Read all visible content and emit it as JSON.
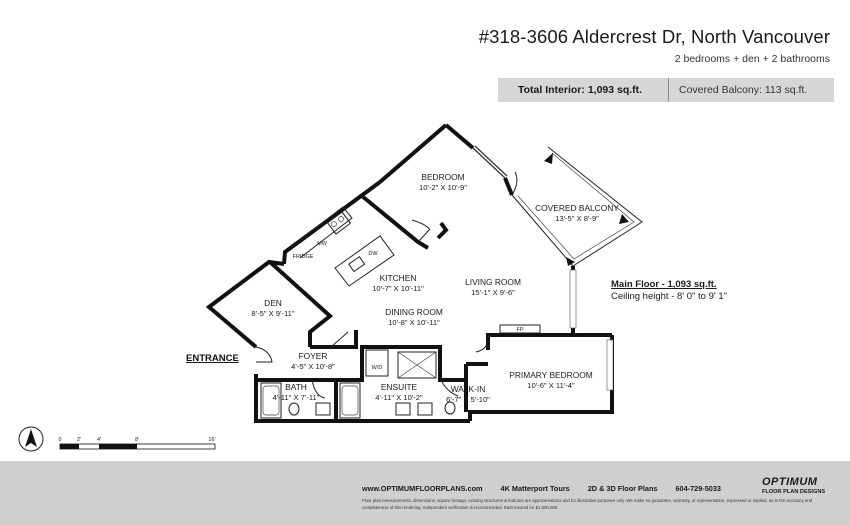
{
  "header": {
    "title": "#318-3606 Aldercrest Dr, North Vancouver",
    "subtitle": "2 bedrooms + den + 2 bathrooms",
    "total_interior_label": "Total Interior:",
    "total_interior_value": "1,093 sq.ft.",
    "covered_balcony_label": "Covered Balcony:",
    "covered_balcony_value": "113 sq.ft."
  },
  "floor_info": {
    "main_floor": "Main Floor - 1,093 sq.ft.",
    "ceiling": "Ceiling height - 8' 0\" to 9' 1\""
  },
  "rooms": {
    "bedroom": {
      "name": "BEDROOM",
      "dims": "10'-2\" X 10'-9\""
    },
    "balcony": {
      "name": "COVERED BALCONY",
      "dims": "13'-5\" X 8'-9\""
    },
    "kitchen": {
      "name": "KITCHEN",
      "dims": "10'-7\" X 10'-11\""
    },
    "living": {
      "name": "LIVING ROOM",
      "dims": "15'-1\" X 9'-6\""
    },
    "den": {
      "name": "DEN",
      "dims": "8'-5\" X 9'-11\""
    },
    "dining": {
      "name": "DINING ROOM",
      "dims": "10'-8\" X 10'-11\""
    },
    "foyer": {
      "name": "FOYER",
      "dims": "4'-5\" X 10'-8\""
    },
    "bath": {
      "name": "BATH",
      "dims": "4'-11\" X 7'-11\""
    },
    "ensuite": {
      "name": "ENSUITE",
      "dims": "4'-11\" X 10'-2\""
    },
    "walkin": {
      "name": "WALK-IN",
      "dims": "6'-7\" X 5'-10\""
    },
    "primary": {
      "name": "PRIMARY BEDROOM",
      "dims": "10'-6\" X 11'-4\""
    }
  },
  "fixtures": {
    "mw": "MW",
    "fridge": "FRIDGE",
    "dw": "DW",
    "wd": "W/D",
    "fp": "FP"
  },
  "entrance": "ENTRANCE",
  "scale": {
    "ticks": [
      "0",
      "2'",
      "4'",
      "8'",
      "16'"
    ]
  },
  "footer": {
    "website": "www.OPTIMUMFLOORPLANS.com",
    "tours": "4K Matterport Tours",
    "plans": "2D & 3D Floor Plans",
    "phone": "604-729-5033",
    "logo": "OPTIMUM",
    "logo_sub": "FLOOR PLAN DESIGNS",
    "disclaimer": "Floor plan measurements, dimensions, square footage, existing structures & features are approximations and for illustrative purposes only. We make no guarantee, warranty, or representation, expressed or implied, as to the accuracy and completeness of this rendering. Independent verification is recommended. E&O insured for $1,000,000"
  }
}
